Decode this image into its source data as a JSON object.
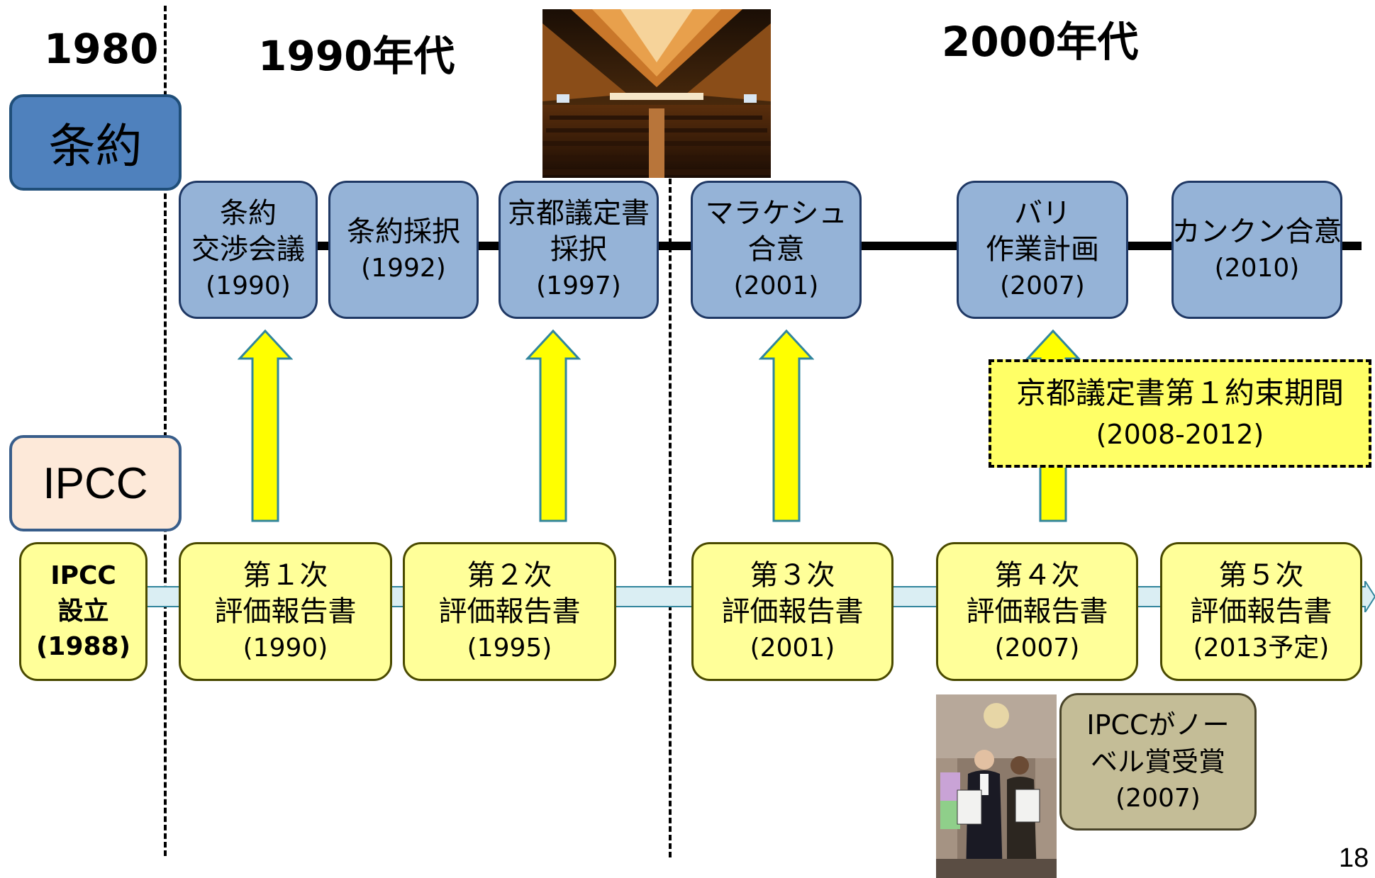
{
  "eras": {
    "e1980": "1980",
    "e1990": "1990年代",
    "e2000": "2000年代"
  },
  "row_labels": {
    "treaty": "条約",
    "ipcc": "IPCC"
  },
  "treaty_events": [
    {
      "line1": "条約",
      "line2": "交渉会議",
      "year": "(1990)"
    },
    {
      "line1": "条約採択",
      "year": "(1992)"
    },
    {
      "line1": "京都議定書",
      "line2": "採択",
      "year": "(1997)"
    },
    {
      "line1": "マラケシュ",
      "line2": "合意",
      "year": "(2001)"
    },
    {
      "line1": "バリ",
      "line2": "作業計画",
      "year": "(2007)"
    },
    {
      "line1": "カンクン合意",
      "year": "(2010)"
    }
  ],
  "ipcc_events": [
    {
      "line1": "IPCC",
      "line2": "設立",
      "year": "(1988)"
    },
    {
      "line1": "第１次",
      "line2": "評価報告書",
      "year": "(1990)"
    },
    {
      "line1": "第２次",
      "line2": "評価報告書",
      "year": "(1995)"
    },
    {
      "line1": "第３次",
      "line2": "評価報告書",
      "year": "(2001)"
    },
    {
      "line1": "第４次",
      "line2": "評価報告書",
      "year": "(2007)"
    },
    {
      "line1": "第５次",
      "line2": "評価報告書",
      "year": "(2013予定)"
    }
  ],
  "kyoto_period": {
    "line1": "京都議定書第１約束期間",
    "line2": "(2008-2012)"
  },
  "nobel": {
    "line1": "IPCCがノー",
    "line2": "ベル賞受賞",
    "year": "(2007)"
  },
  "page_number": "18",
  "colors": {
    "treaty_box": "#95b3d7",
    "treaty_label": "#4f81bd",
    "ipcc_box": "#ffff99",
    "ipcc_label": "#fde9d9",
    "arrow": "#ffff00",
    "kyoto_box": "#ffff66",
    "nobel_box": "#c4bd97",
    "timeline_arrow": "#daeef3"
  },
  "images": {
    "conference_hall": "kyoto-conference-hall-photo",
    "nobel_ceremony": "nobel-prize-ceremony-photo"
  }
}
